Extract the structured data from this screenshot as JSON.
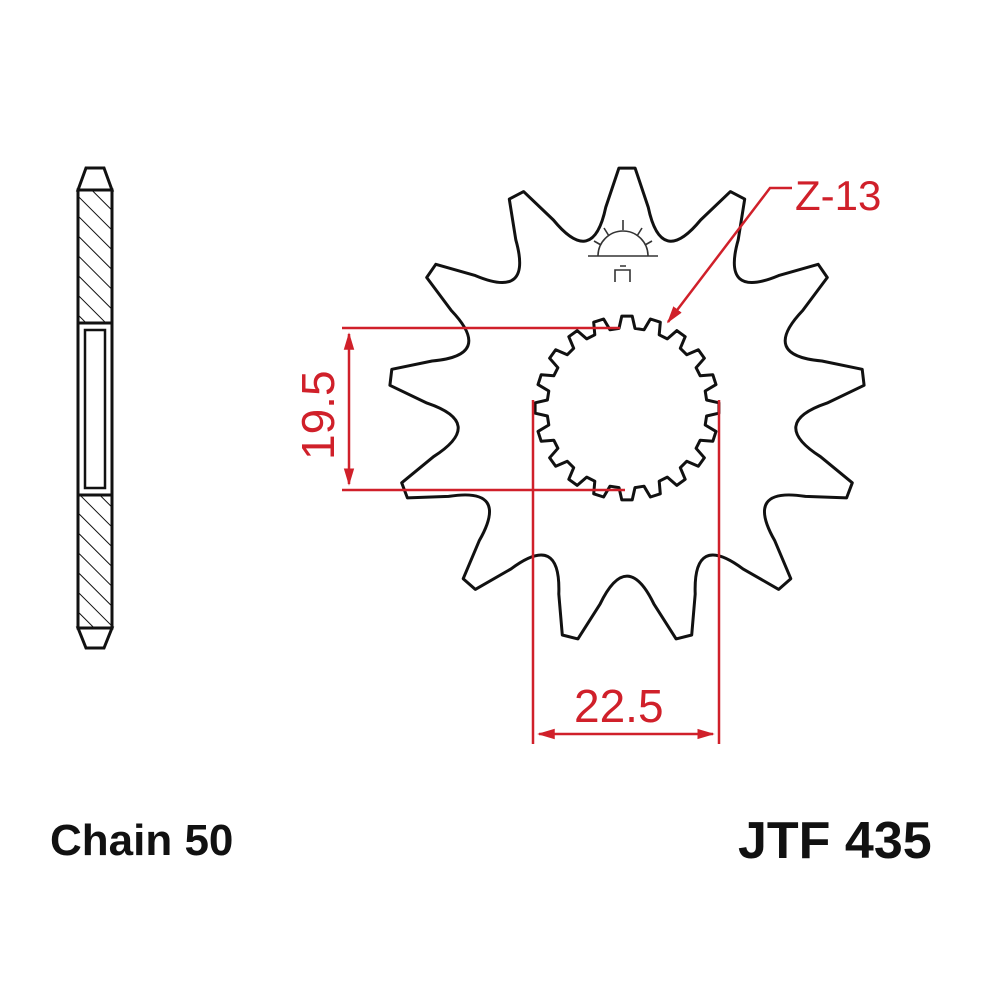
{
  "diagram": {
    "type": "front sprocket technical drawing",
    "part_number": "JTF 435",
    "chain_label": "Chain 50",
    "teeth_label": "Z-13",
    "teeth_count": 13,
    "spline_count": 20,
    "dimensions": {
      "spline_inner_diameter": "19.5",
      "spline_outer_diameter": "22.5"
    },
    "colors": {
      "outline": "#111111",
      "dimension": "#d0202a",
      "background": "#ffffff"
    }
  }
}
